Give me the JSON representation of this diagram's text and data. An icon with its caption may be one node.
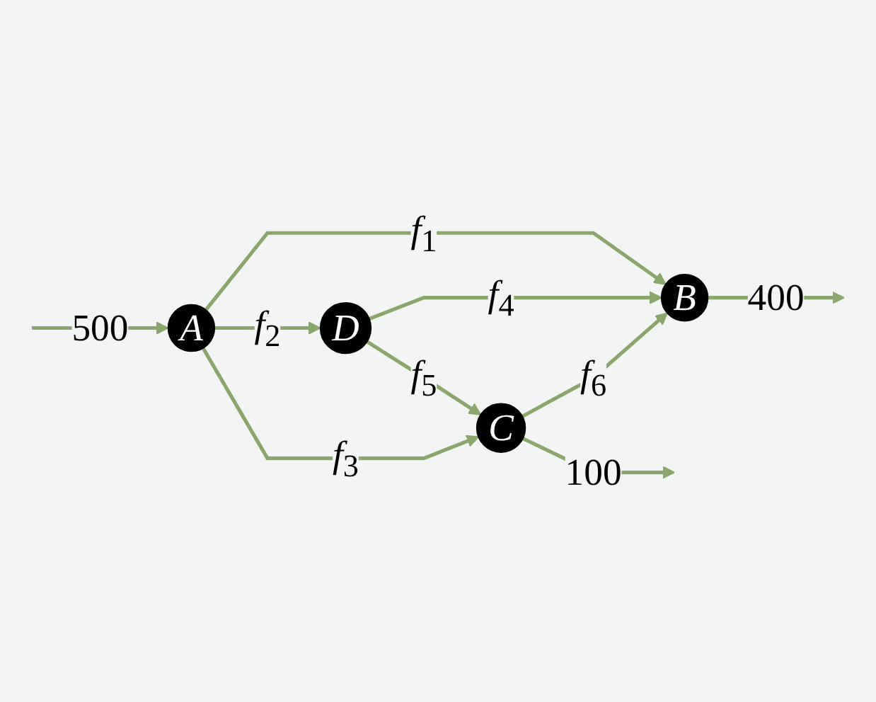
{
  "diagram": {
    "nodes": [
      {
        "text": [
          "A"
        ]
      },
      {
        "text": [
          "B"
        ]
      },
      {
        "text": [
          "D"
        ]
      },
      {
        "text": [
          "C"
        ]
      }
    ],
    "edges": [
      {
        "from": null,
        "to": 0,
        "arrow": "to",
        "label": "500"
      },
      {
        "from": 0,
        "to": 1,
        "arrow": "to",
        "label": "*f*$_{1}$"
      },
      {
        "from": 0,
        "to": 2,
        "arrow": "to",
        "label": "*f*$_{2}$"
      },
      {
        "from": 0,
        "to": 3,
        "arrow": "to",
        "label": "*f*$_{3}$"
      },
      {
        "from": 2,
        "to": 1,
        "arrow": "to",
        "label": "*f*$_{4}$"
      },
      {
        "from": 2,
        "to": 3,
        "arrow": "to",
        "label": "*f*$_{5}$"
      },
      {
        "from": 3,
        "to": 1,
        "arrow": "to",
        "label": "*f*$_{6}$"
      },
      {
        "from": 1,
        "to": null,
        "arrow": "to",
        "label": "400"
      },
      {
        "from": 3,
        "to": null,
        "arrow": "to",
        "label": "100"
      }
    ]
  }
}
